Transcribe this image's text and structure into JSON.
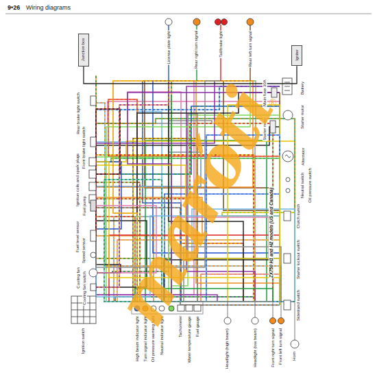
{
  "diagram": {
    "title": "Wiring diagrams",
    "nodes": [
      {
        "text": [
          "Junction box"
        ]
      },
      {
        "text": [
          "Igniter"
        ]
      }
    ],
    "edges": [
      {
        "from": 0,
        "to": 1,
        "arrow": "none"
      }
    ],
    "labels": [
      "9•26",
      "License plate light",
      "Rear right turn signal",
      "Tail/brake light",
      "Rear left turn signal",
      "Rear brake light switch",
      "Front brake light switch",
      "Ignition coils and spark plugs",
      "Fuel pump",
      "Fuel level sensor",
      "Speed sensor",
      "Cooling fan",
      "Cooling fan switch",
      "Ignition switch",
      "Battery",
      "Main fuse 30A",
      "Starter motor",
      "Starter relay",
      "Alternator",
      "Neutral switch",
      "Oil pressure switch",
      "ZX750 H1 and H2 models (US and Canada)",
      "Clutch switch",
      "Starter lockout switch",
      "Sidestand switch",
      "High beam indicator light",
      "Turn signal indicator light",
      "Oil pressure warning light",
      "Neutral indicator light",
      "Tachometer",
      "Water temperature gauge",
      "Fuel gauge",
      "Headlight (high beam)",
      "Headlight (low beam)",
      "Front right turn signal",
      "Front left turn signal",
      "Horn",
      "maróti",
      "®"
    ]
  }
}
